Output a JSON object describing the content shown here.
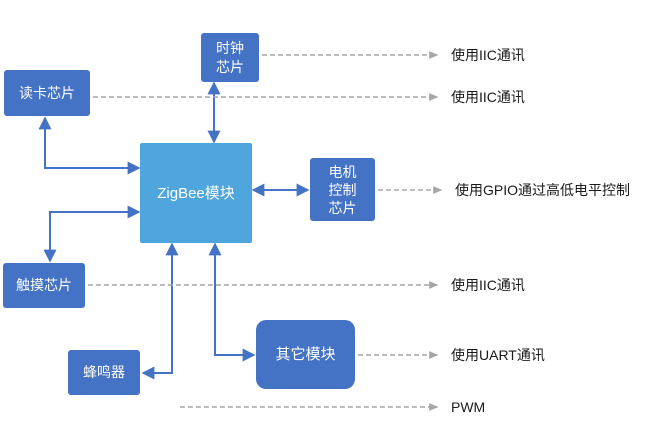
{
  "diagram": {
    "nodes": {
      "zigbee": {
        "label": "ZigBee模块"
      },
      "clock": {
        "label": "时钟芯片"
      },
      "card_reader": {
        "label": "读卡芯片"
      },
      "motor_control": {
        "label": "电机控制芯片"
      },
      "touch": {
        "label": "触摸芯片"
      },
      "buzzer": {
        "label": "蜂鸣器"
      },
      "other_module": {
        "label": "其它模块"
      }
    },
    "annotations": {
      "clock": "使用IIC通讯",
      "card_reader": "使用IIC通讯",
      "motor_control": "使用GPIO通过高低电平控制",
      "touch": "使用IIC通讯",
      "other_module": "使用UART通讯",
      "buzzer": "PWM"
    },
    "colors": {
      "center_node_fill": "#4EA6DC",
      "node_fill": "#4472C4",
      "node_text": "#FFFFFF",
      "connector": "#4472C4",
      "dashed_connector": "#A6A6A6",
      "annotation_text": "#1A1A1A",
      "background": "#FFFFFF"
    }
  }
}
